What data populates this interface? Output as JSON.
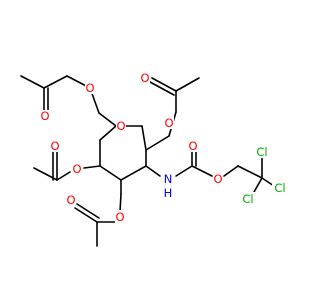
{
  "molecule": {
    "colors": {
      "bond": "#000000",
      "O": "#ff0000",
      "N": "#0000ff",
      "Cl": "#00b000",
      "background": "#ffffff"
    },
    "atom_labels": {
      "o_acetyl_left": "O",
      "o_ester_left": "O",
      "o_ring": "O",
      "o_ester_anomeric": "O",
      "o_acetyl_anomeric": "O",
      "o_ester_c4": "O",
      "o_acetyl_c4": "O",
      "o_ester_c3": "O",
      "o_acetyl_c3": "O",
      "n_carbamate": "N",
      "h_carbamate": "H",
      "o_carbamate_carbonyl": "O",
      "o_carbamate_ester": "O",
      "cl_top": "Cl",
      "cl_right": "Cl",
      "cl_bottom": "Cl"
    }
  }
}
